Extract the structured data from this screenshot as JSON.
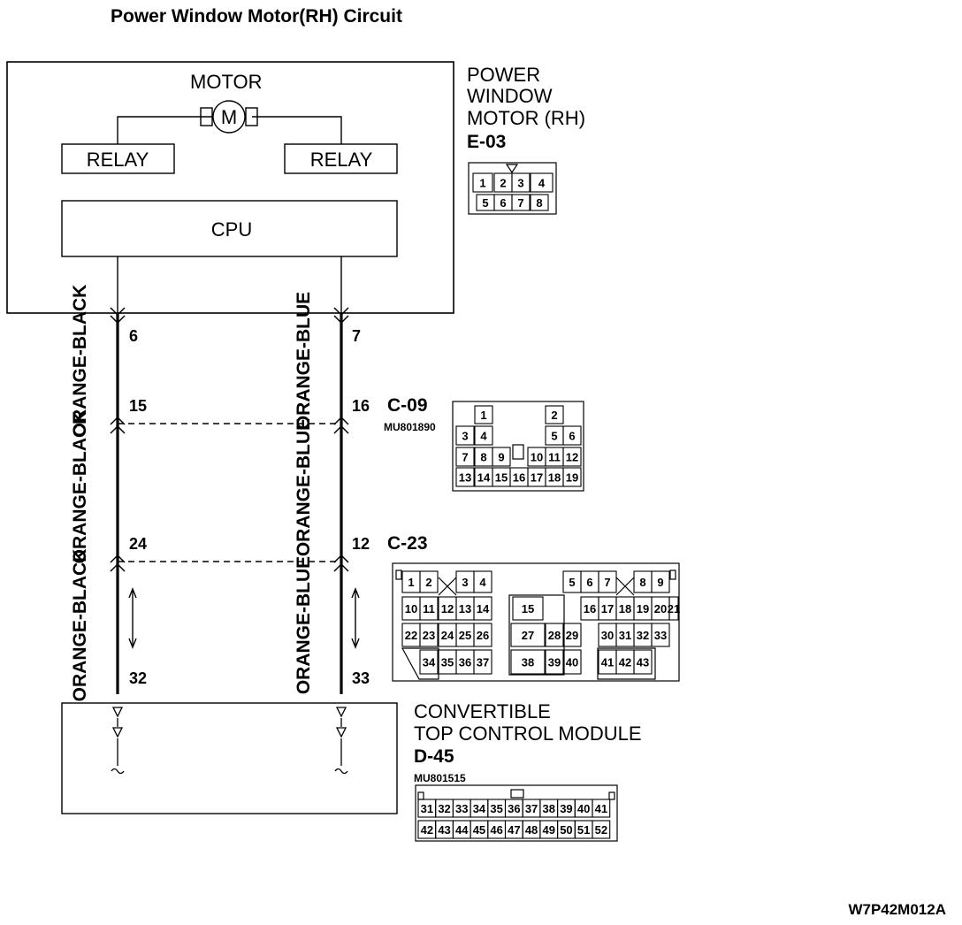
{
  "title": "Power Window Motor(RH) Circuit",
  "motor_unit": {
    "label": "MOTOR",
    "motor_symbol": "M",
    "relay_left": "RELAY",
    "relay_right": "RELAY",
    "cpu": "CPU"
  },
  "e03": {
    "name_lines": [
      "POWER",
      "WINDOW",
      "MOTOR (RH)"
    ],
    "code": "E-03",
    "rows": [
      [
        "1",
        "2",
        "3",
        "4"
      ],
      [
        "5",
        "6",
        "7",
        "8"
      ]
    ]
  },
  "c09": {
    "code": "C-09",
    "part_no": "MU801890",
    "rows": [
      [
        "1",
        "2"
      ],
      [
        "3",
        "4",
        "5",
        "6"
      ],
      [
        "7",
        "8",
        "9",
        "10",
        "11",
        "12"
      ],
      [
        "13",
        "14",
        "15",
        "16",
        "17",
        "18",
        "19"
      ]
    ]
  },
  "c23": {
    "code": "C-23",
    "rows": [
      [
        "1",
        "2",
        "3",
        "4",
        "5",
        "6",
        "7",
        "8",
        "9"
      ],
      [
        "10",
        "11",
        "12",
        "13",
        "14",
        "15",
        "16",
        "17",
        "18",
        "19",
        "20",
        "21"
      ],
      [
        "22",
        "23",
        "24",
        "25",
        "26",
        "27",
        "28",
        "29",
        "30",
        "31",
        "32",
        "33"
      ],
      [
        "34",
        "35",
        "36",
        "37",
        "38",
        "39",
        "40",
        "41",
        "42",
        "43"
      ]
    ]
  },
  "d45": {
    "name_lines": [
      "CONVERTIBLE",
      "TOP CONTROL MODULE"
    ],
    "code": "D-45",
    "part_no": "MU801515",
    "rows": [
      [
        "31",
        "32",
        "33",
        "34",
        "35",
        "36",
        "37",
        "38",
        "39",
        "40",
        "41"
      ],
      [
        "42",
        "43",
        "44",
        "45",
        "46",
        "47",
        "48",
        "49",
        "50",
        "51",
        "52"
      ]
    ]
  },
  "left_wire": {
    "color_top": "ORANGE-BLACK",
    "color_mid": "ORANGE-BLACK",
    "color_bot": "ORANGE-BLACK",
    "pins": [
      "6",
      "15",
      "24",
      "32"
    ]
  },
  "right_wire": {
    "color_top": "ORANGE-BLUE",
    "color_mid": "ORANGE-BLUE",
    "color_bot": "ORANGE-BLUE",
    "pins": [
      "7",
      "16",
      "12",
      "33"
    ]
  },
  "footer_code": "W7P42M012A"
}
